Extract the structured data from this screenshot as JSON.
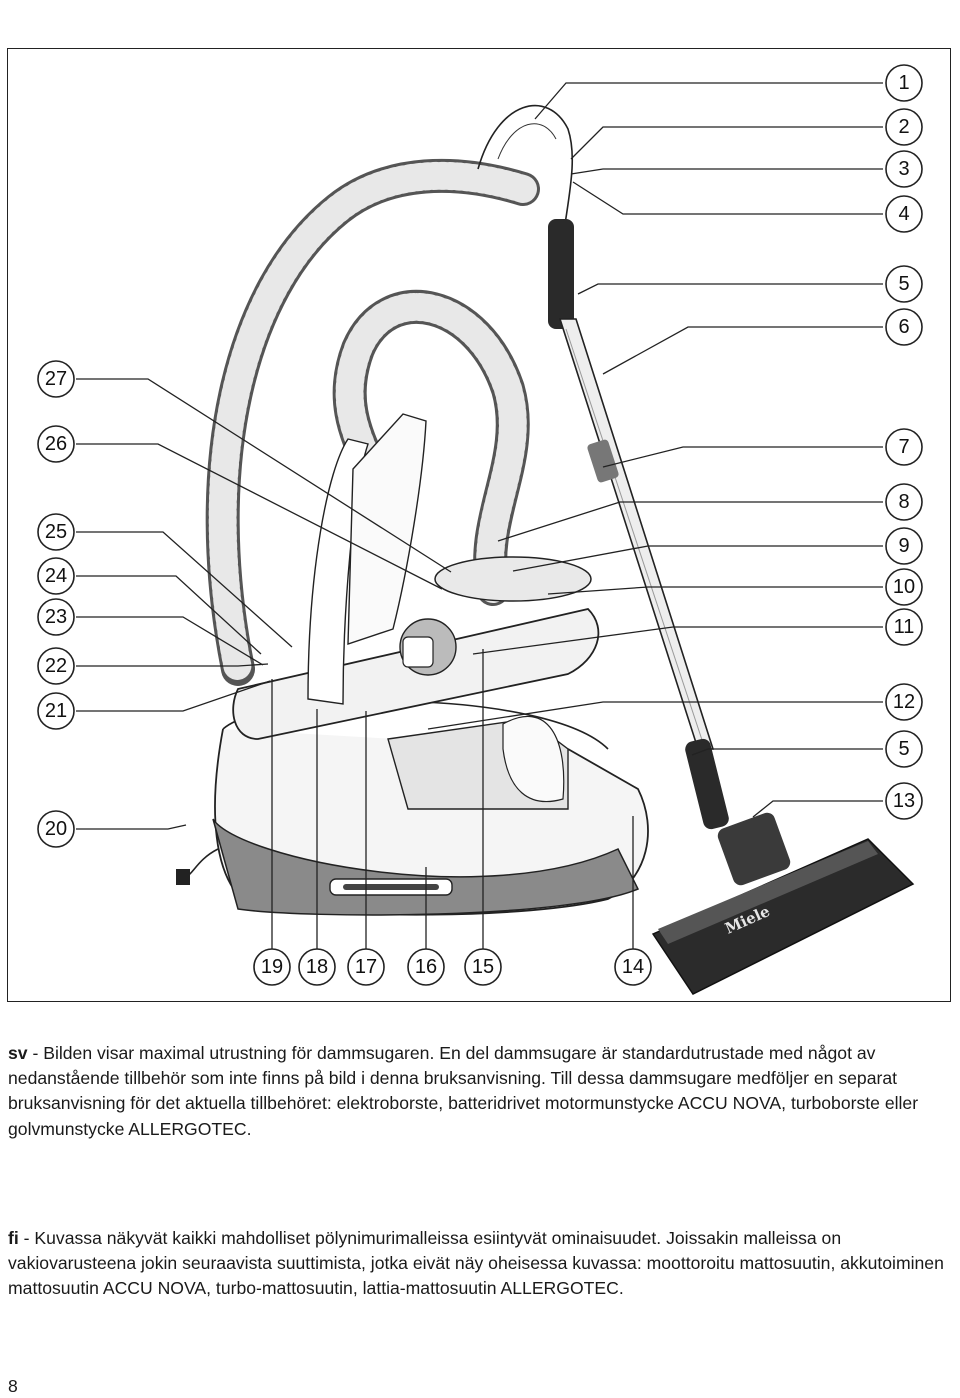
{
  "figure": {
    "callouts": [
      "1",
      "2",
      "3",
      "4",
      "5",
      "6",
      "27",
      "26",
      "7",
      "25",
      "8",
      "24",
      "9",
      "23",
      "10",
      "11",
      "22",
      "21",
      "12",
      "5",
      "13",
      "20",
      "19",
      "18",
      "17",
      "16",
      "15",
      "14"
    ],
    "nozzle_brand": "Miele"
  },
  "caption_sv": {
    "lang": "sv",
    "text": " - Bilden visar maximal utrustning för dammsugaren. En del dammsugare är standardutrustade med något av nedanstående tillbehör som inte finns på bild i denna bruksanvisning. Till dessa dammsugare medföljer en separat bruksanvisning för det aktuella tillbehöret: elektroborste, batteridrivet motormunstycke ACCU NOVA, turboborste eller golvmunstycke ALLERGOTEC."
  },
  "caption_fi": {
    "lang": "fi",
    "text": " - Kuvassa näkyvät kaikki mahdolliset pölynimurimalleissa esiintyvät ominaisuudet. Joissakin malleissa on vakiovarusteena jokin seuraavista suuttimista, jotka eivät näy oheisessa kuvassa: moottoroitu mattosuutin, akkutoiminen mattosuutin ACCU NOVA, turbo-mattosuutin, lattia-mattosuutin ALLERGOTEC."
  },
  "page_number": "8"
}
